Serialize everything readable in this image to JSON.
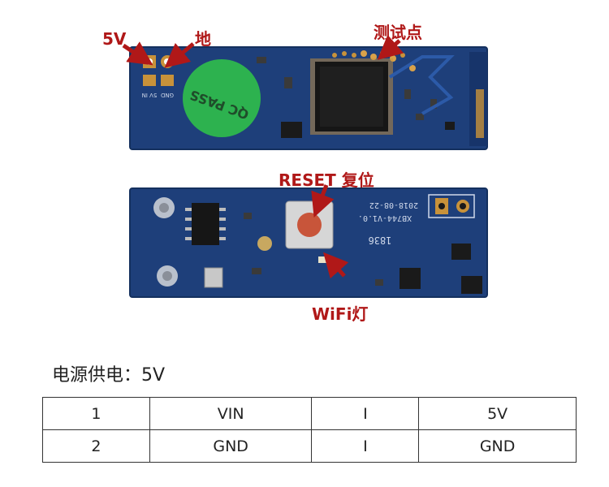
{
  "callouts": {
    "five_v": "5V",
    "ground": "地",
    "test_points": "测试点",
    "reset": "RESET 复位",
    "wifi_led": "WiFi灯"
  },
  "board_top": {
    "pin_labels": [
      "5V IN",
      "GND"
    ],
    "qc_sticker": "QC PASS"
  },
  "board_bottom": {
    "silkscreen_date": "2018-08-22",
    "silkscreen_model": "XB744-V1.0.",
    "silkscreen_code": "1836"
  },
  "colors": {
    "pcb": "#1e3f7a",
    "callout": "#b01818",
    "pad": "#c8923a",
    "sticker": "#2db24f"
  },
  "supply": {
    "title": "电源供电：5V"
  },
  "pin_table": {
    "rows": [
      [
        "1",
        "VIN",
        "I",
        "5V"
      ],
      [
        "2",
        "GND",
        "I",
        "GND"
      ]
    ]
  }
}
